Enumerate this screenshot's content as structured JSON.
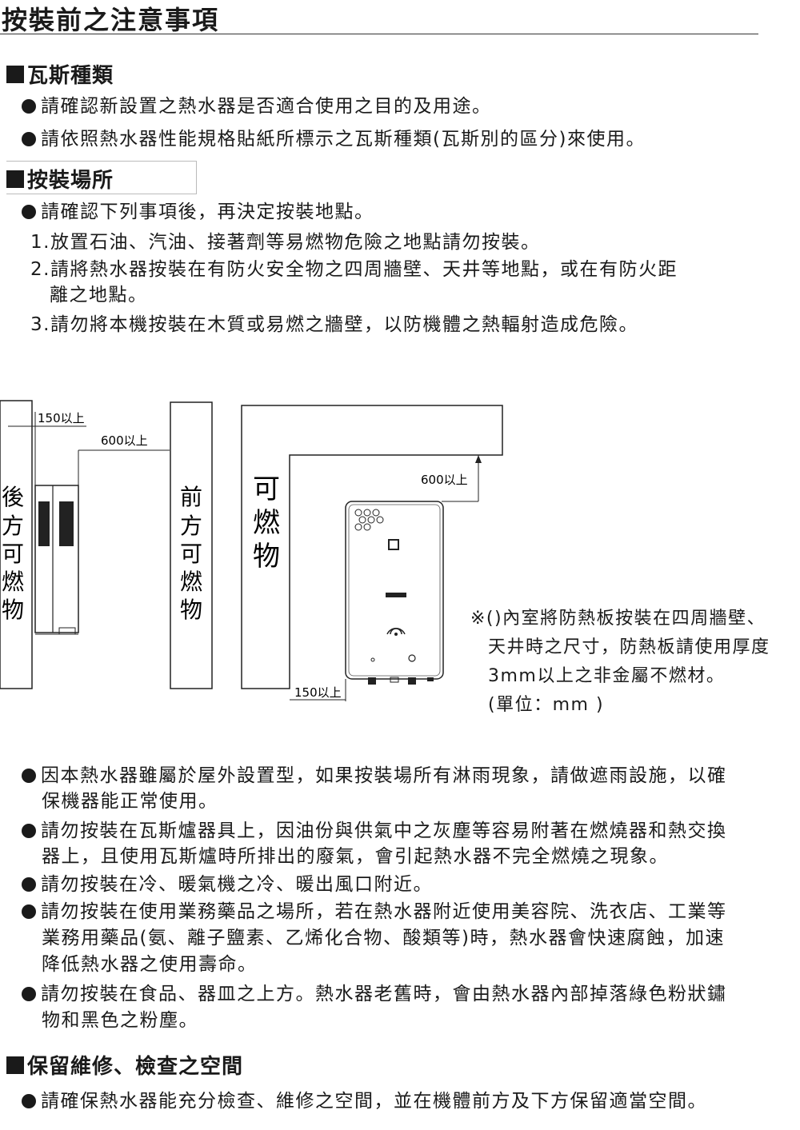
{
  "title": "按裝前之注意事項",
  "sections": {
    "gas": {
      "heading": "瓦斯種類",
      "bullets": [
        "請確認新設置之熱水器是否適合使用之目的及用途。",
        "請依照熱水器性能規格貼紙所標示之瓦斯種類(瓦斯別的區分)來使用。"
      ]
    },
    "location": {
      "heading": "按裝場所",
      "intro": "請確認下列事項後，再決定按裝地點。",
      "items": [
        "1.放置石油、汽油、接著劑等易燃物危險之地點請勿按裝。",
        "2.請將熱水器按裝在有防火安全物之四周牆壁、天井等地點，或在有防火距",
        "離之地點。",
        "3.請勿將本機按裝在木質或易燃之牆壁，以防機體之熱輻射造成危險。"
      ]
    },
    "diagram": {
      "rear_wall_label": [
        "後",
        "方",
        "可",
        "燃",
        "物"
      ],
      "front_wall_label": [
        "前",
        "方",
        "可",
        "燃",
        "物"
      ],
      "combustible_label": [
        "可",
        "燃",
        "物"
      ],
      "dim_150_top": "150以上",
      "dim_600_side": "600以上",
      "dim_600_top": "600以上",
      "dim_150_bottom": "150以上",
      "note": [
        "※()內室將防熱板按裝在四周牆壁、",
        "天井時之尺寸，防熱板請使用厚度",
        "3mm以上之非金屬不燃材。",
        "(單位：mm )"
      ]
    },
    "outdoor_bullets": [
      [
        "因本熱水器雖屬於屋外設置型，如果按裝場所有淋雨現象，請做遮雨設施，以確",
        "保機器能正常使用。"
      ],
      [
        "請勿按裝在瓦斯爐器具上，因油份與供氣中之灰塵等容易附著在燃燒器和熱交換",
        "器上，且使用瓦斯爐時所排出的廢氣，會引起熱水器不完全燃燒之現象。"
      ],
      [
        "請勿按裝在冷、暖氣機之冷、暖出風口附近。"
      ],
      [
        "請勿按裝在使用業務藥品之場所，若在熱水器附近使用美容院、洗衣店、工業等",
        "業務用藥品(氨、離子鹽素、乙烯化合物、酸類等)時，熱水器會快速腐蝕，加速",
        "降低熱水器之使用壽命。"
      ],
      [
        "請勿按裝在食品、器皿之上方。熱水器老舊時，會由熱水器內部掉落綠色粉狀鏽",
        "物和黑色之粉塵。"
      ]
    ],
    "maintenance": {
      "heading": "保留維修、檢查之空間",
      "bullets": [
        "請確保熱水器能充分檢查、維修之空間，並在機體前方及下方保留適當空間。"
      ]
    }
  }
}
